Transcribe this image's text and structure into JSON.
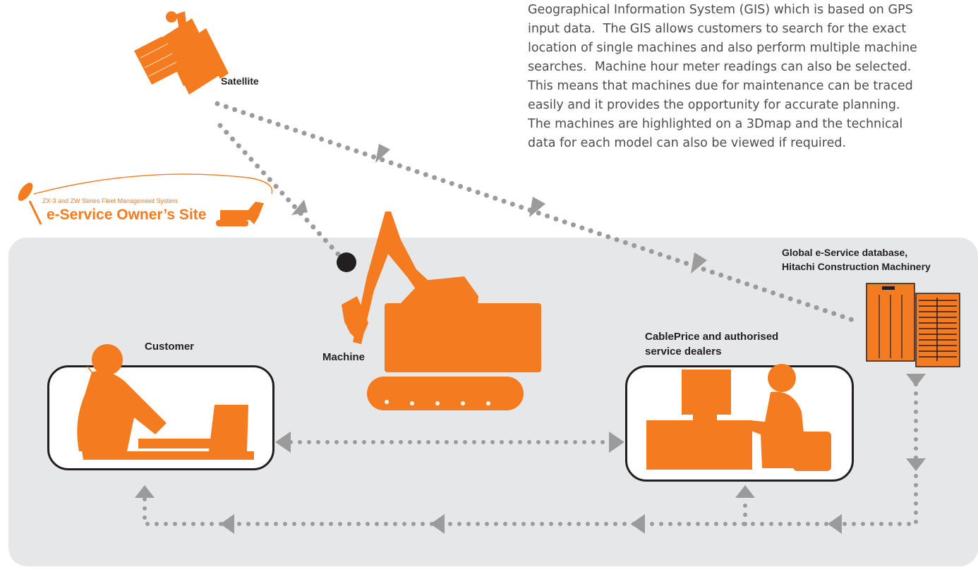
{
  "description": "Geographical Information System (GIS) which is based on GPS\ninput data.  The GIS allows customers to search for the exact\nlocation of single machines and also perform multiple machine\nsearches.  Machine hour meter readings can also be selected.\nThis means that machines due for maintenance can be traced\neasily and it provides the opportunity for accurate planning.\nThe machines are highlighted on a 3Dmap and the technical\ndata for each model can also be viewed if required.",
  "logo": {
    "tagline": "ZX-3 and ZW Series Fleet Management System",
    "title": "e-Service Owner’s Site"
  },
  "nodes": {
    "satellite": "Satellite",
    "machine": "Machine",
    "customer": "Customer",
    "dealers": "CablePrice and authorised\nservice dealers",
    "database": "Global e-Service database,\nHitachi Construction Machinery"
  },
  "colors": {
    "accent": "#f47b20",
    "connector": "#9b9b9c",
    "panel": "#e6e7e8",
    "text": "#231f20",
    "body_text": "#4d4d4f"
  },
  "icons": [
    "satellite-icon",
    "excavator-icon",
    "customer-laptop-icon",
    "dealer-computer-icon",
    "server-rack-icon",
    "gps-dish-icon"
  ]
}
